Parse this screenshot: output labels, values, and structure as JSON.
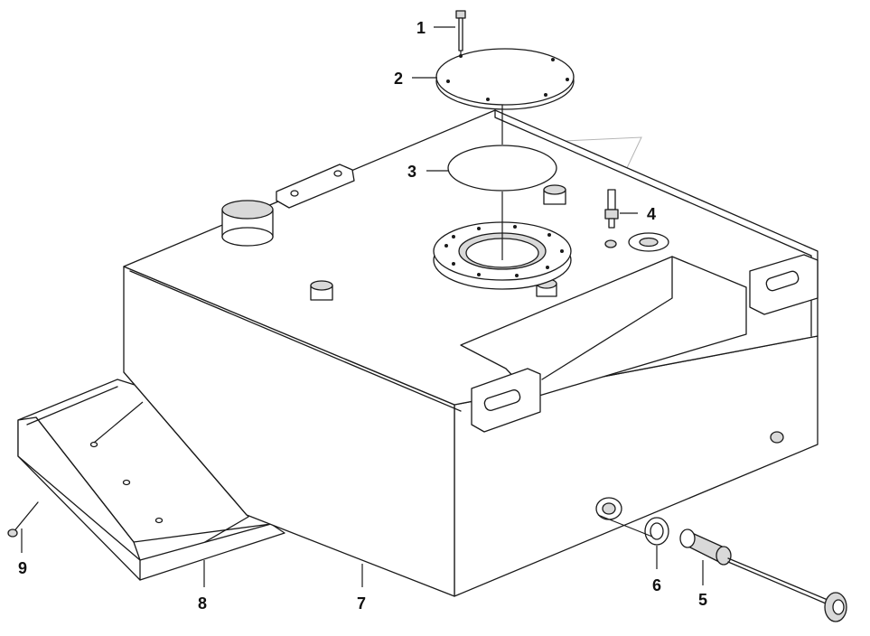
{
  "callouts": {
    "c1": "1",
    "c2": "2",
    "c3": "3",
    "c4": "4",
    "c5": "5",
    "c6": "6",
    "c7": "7",
    "c8": "8",
    "c9": "9"
  },
  "colors": {
    "line": "#1a1a1a",
    "watermark": "#b5b5b5",
    "shade": "#d9d9d9",
    "background": "#ffffff"
  }
}
